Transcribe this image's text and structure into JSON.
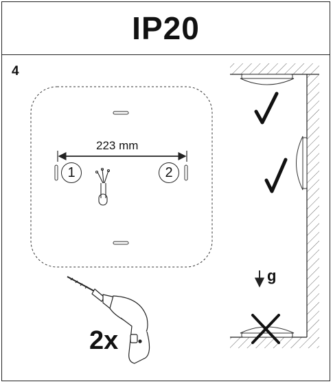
{
  "header": {
    "title": "IP20"
  },
  "step": {
    "number": "4"
  },
  "mounting": {
    "distance_label": "223 mm",
    "hole_1": "1",
    "hole_2": "2"
  },
  "positions": {
    "ceiling": "allowed",
    "wall": "allowed",
    "floor": "not allowed"
  },
  "gravity_label": "g",
  "drill": {
    "quantity_label": "2x"
  }
}
